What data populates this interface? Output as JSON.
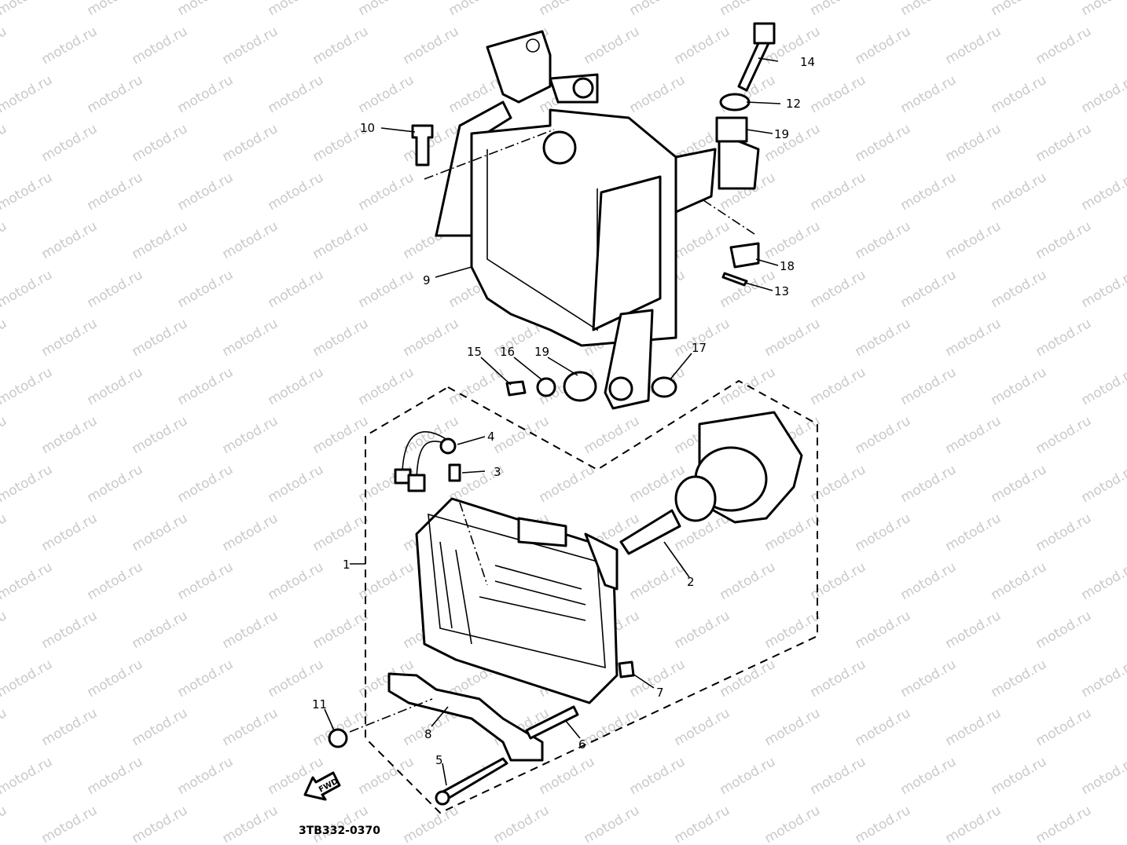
{
  "watermark": "motod.ru",
  "diagram_code": "3TB332-0370",
  "direction_label": "FWD",
  "callouts": [
    {
      "id": "c1",
      "text": "1"
    },
    {
      "id": "c2",
      "text": "2"
    },
    {
      "id": "c3",
      "text": "3"
    },
    {
      "id": "c4",
      "text": "4"
    },
    {
      "id": "c5",
      "text": "5"
    },
    {
      "id": "c6",
      "text": "6"
    },
    {
      "id": "c7",
      "text": "7"
    },
    {
      "id": "c8",
      "text": "8"
    },
    {
      "id": "c9",
      "text": "9"
    },
    {
      "id": "c10",
      "text": "10"
    },
    {
      "id": "c11",
      "text": "11"
    },
    {
      "id": "c12",
      "text": "12"
    },
    {
      "id": "c13",
      "text": "13"
    },
    {
      "id": "c14",
      "text": "14"
    },
    {
      "id": "c15",
      "text": "15"
    },
    {
      "id": "c16",
      "text": "16"
    },
    {
      "id": "c17",
      "text": "17"
    },
    {
      "id": "c18",
      "text": "18"
    },
    {
      "id": "c19a",
      "text": "19"
    },
    {
      "id": "c19b",
      "text": "19"
    }
  ]
}
